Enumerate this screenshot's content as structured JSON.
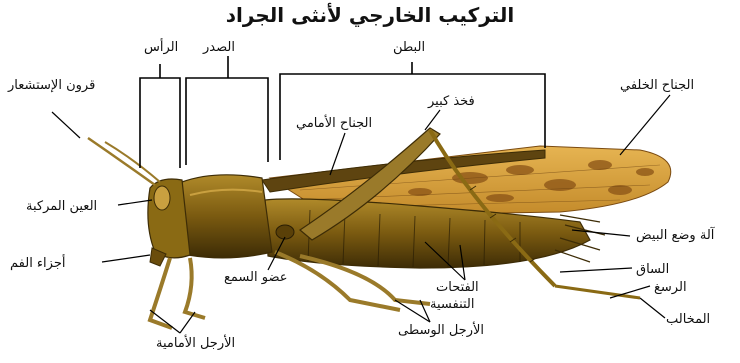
{
  "title": "التركيب الخارجي لأنثى الجراد",
  "labels": {
    "head": "الرأس",
    "thorax": "الصدر",
    "abdomen": "البطن",
    "antennae": "قرون الإستشعار",
    "hind_wing": "الجناح الخلفي",
    "big_femur": "فخذ كبير",
    "fore_wing": "الجناح الأمامي",
    "compound_eye": "العين المركبة",
    "ovipositor": "آلة وضع البيض",
    "mouthparts": "أجزاء الفم",
    "tibia": "الساق",
    "tarsus": "الرسغ",
    "claws": "المخالب",
    "hearing_organ": "عضو السمع",
    "spiracles_1": "الفتحات",
    "spiracles_2": "التنفسية",
    "middle_legs": "الأرجل الوسطى",
    "front_legs": "الأرجل الأمامية"
  },
  "colors": {
    "body": "#8a6a14",
    "body_dark": "#3d2c06",
    "wing": "#d8a23a",
    "wing_spot": "#8a5316",
    "legs": "#9a7a2a",
    "line": "#000000"
  }
}
